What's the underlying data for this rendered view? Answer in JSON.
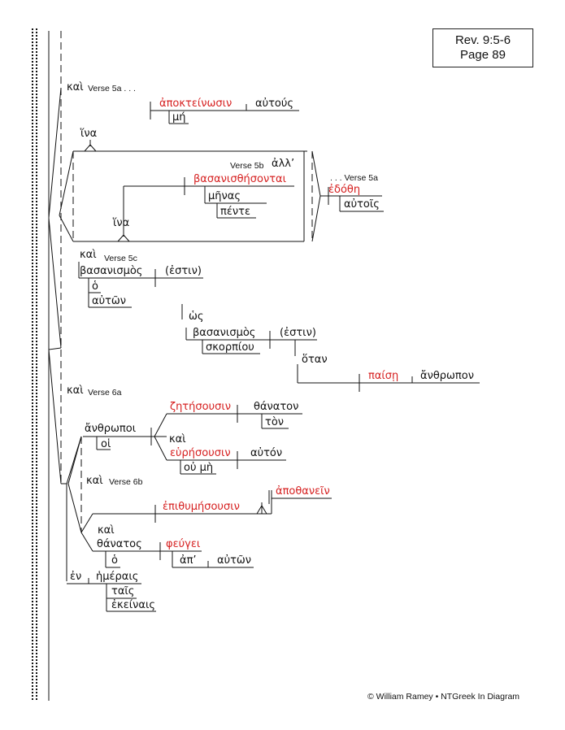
{
  "reference": {
    "line1": "Rev. 9:5-6",
    "line2": "Page 89"
  },
  "verse_labels": {
    "v5a_start": "Verse 5a . . .",
    "v5b": "Verse 5b",
    "v5a_cont": ". . . Verse 5a",
    "v5c": "Verse 5c",
    "v6a": "Verse 6a",
    "v6b": "Verse 6b"
  },
  "words": {
    "kai_1": "καὶ",
    "apokteinosin": "ἀποκτείνωσιν",
    "autous": "αὐτούς",
    "me": "μή",
    "hina_1": "ἵνα",
    "all": "ἀλλ’",
    "basanisthesontai": "βασανισθήσονται",
    "menas": "μῆνας",
    "pente": "πέντε",
    "edothe": "ἐδόθη",
    "autois": "αὐτοῖς",
    "hina_2": "ἵνα",
    "kai_2": "καὶ",
    "basanismos_1": "βασανισμὸς",
    "estin_1": "(ἐστιν)",
    "ho_1": "ὁ",
    "auton_1": "αὐτῶν",
    "hos": "ὡς",
    "basanismos_2": "βασανισμὸς",
    "estin_2": "(ἐστιν)",
    "skorpiou": "σκορπίου",
    "hotan": "ὅταν",
    "paise": "παίσῃ",
    "anthropon": "ἄνθρωπον",
    "kai_3": "καὶ",
    "anthropoi": "ἄνθρωποι",
    "hoi": "οἱ",
    "zetesousin": "ζητήσουσιν",
    "thanaton": "θάνατον",
    "ton": "τὸν",
    "kai_4": "καὶ",
    "heuresousin": "εὑρήσουσιν",
    "auton_2": "αὐτόν",
    "ou_me": "οὐ μὴ",
    "kai_5": "καὶ",
    "apothanein": "ἀποθανεῖν",
    "epithumesousin": "ἐπιθυμήσουσιν",
    "kai_6": "καὶ",
    "thanatos": "θάνατος",
    "pheugei": "φεύγει",
    "ho_2": "ὁ",
    "ap": "ἀπ’",
    "auton_3": "αὐτῶν",
    "en": "ἐν",
    "hemerais": "ἡμέραις",
    "tais": "ταῖς",
    "ekeinais": "ἐκείναις"
  },
  "footer": "© William Ramey • NTGreek In Diagram",
  "colors": {
    "verb": "#d62020",
    "line": "#111111"
  }
}
